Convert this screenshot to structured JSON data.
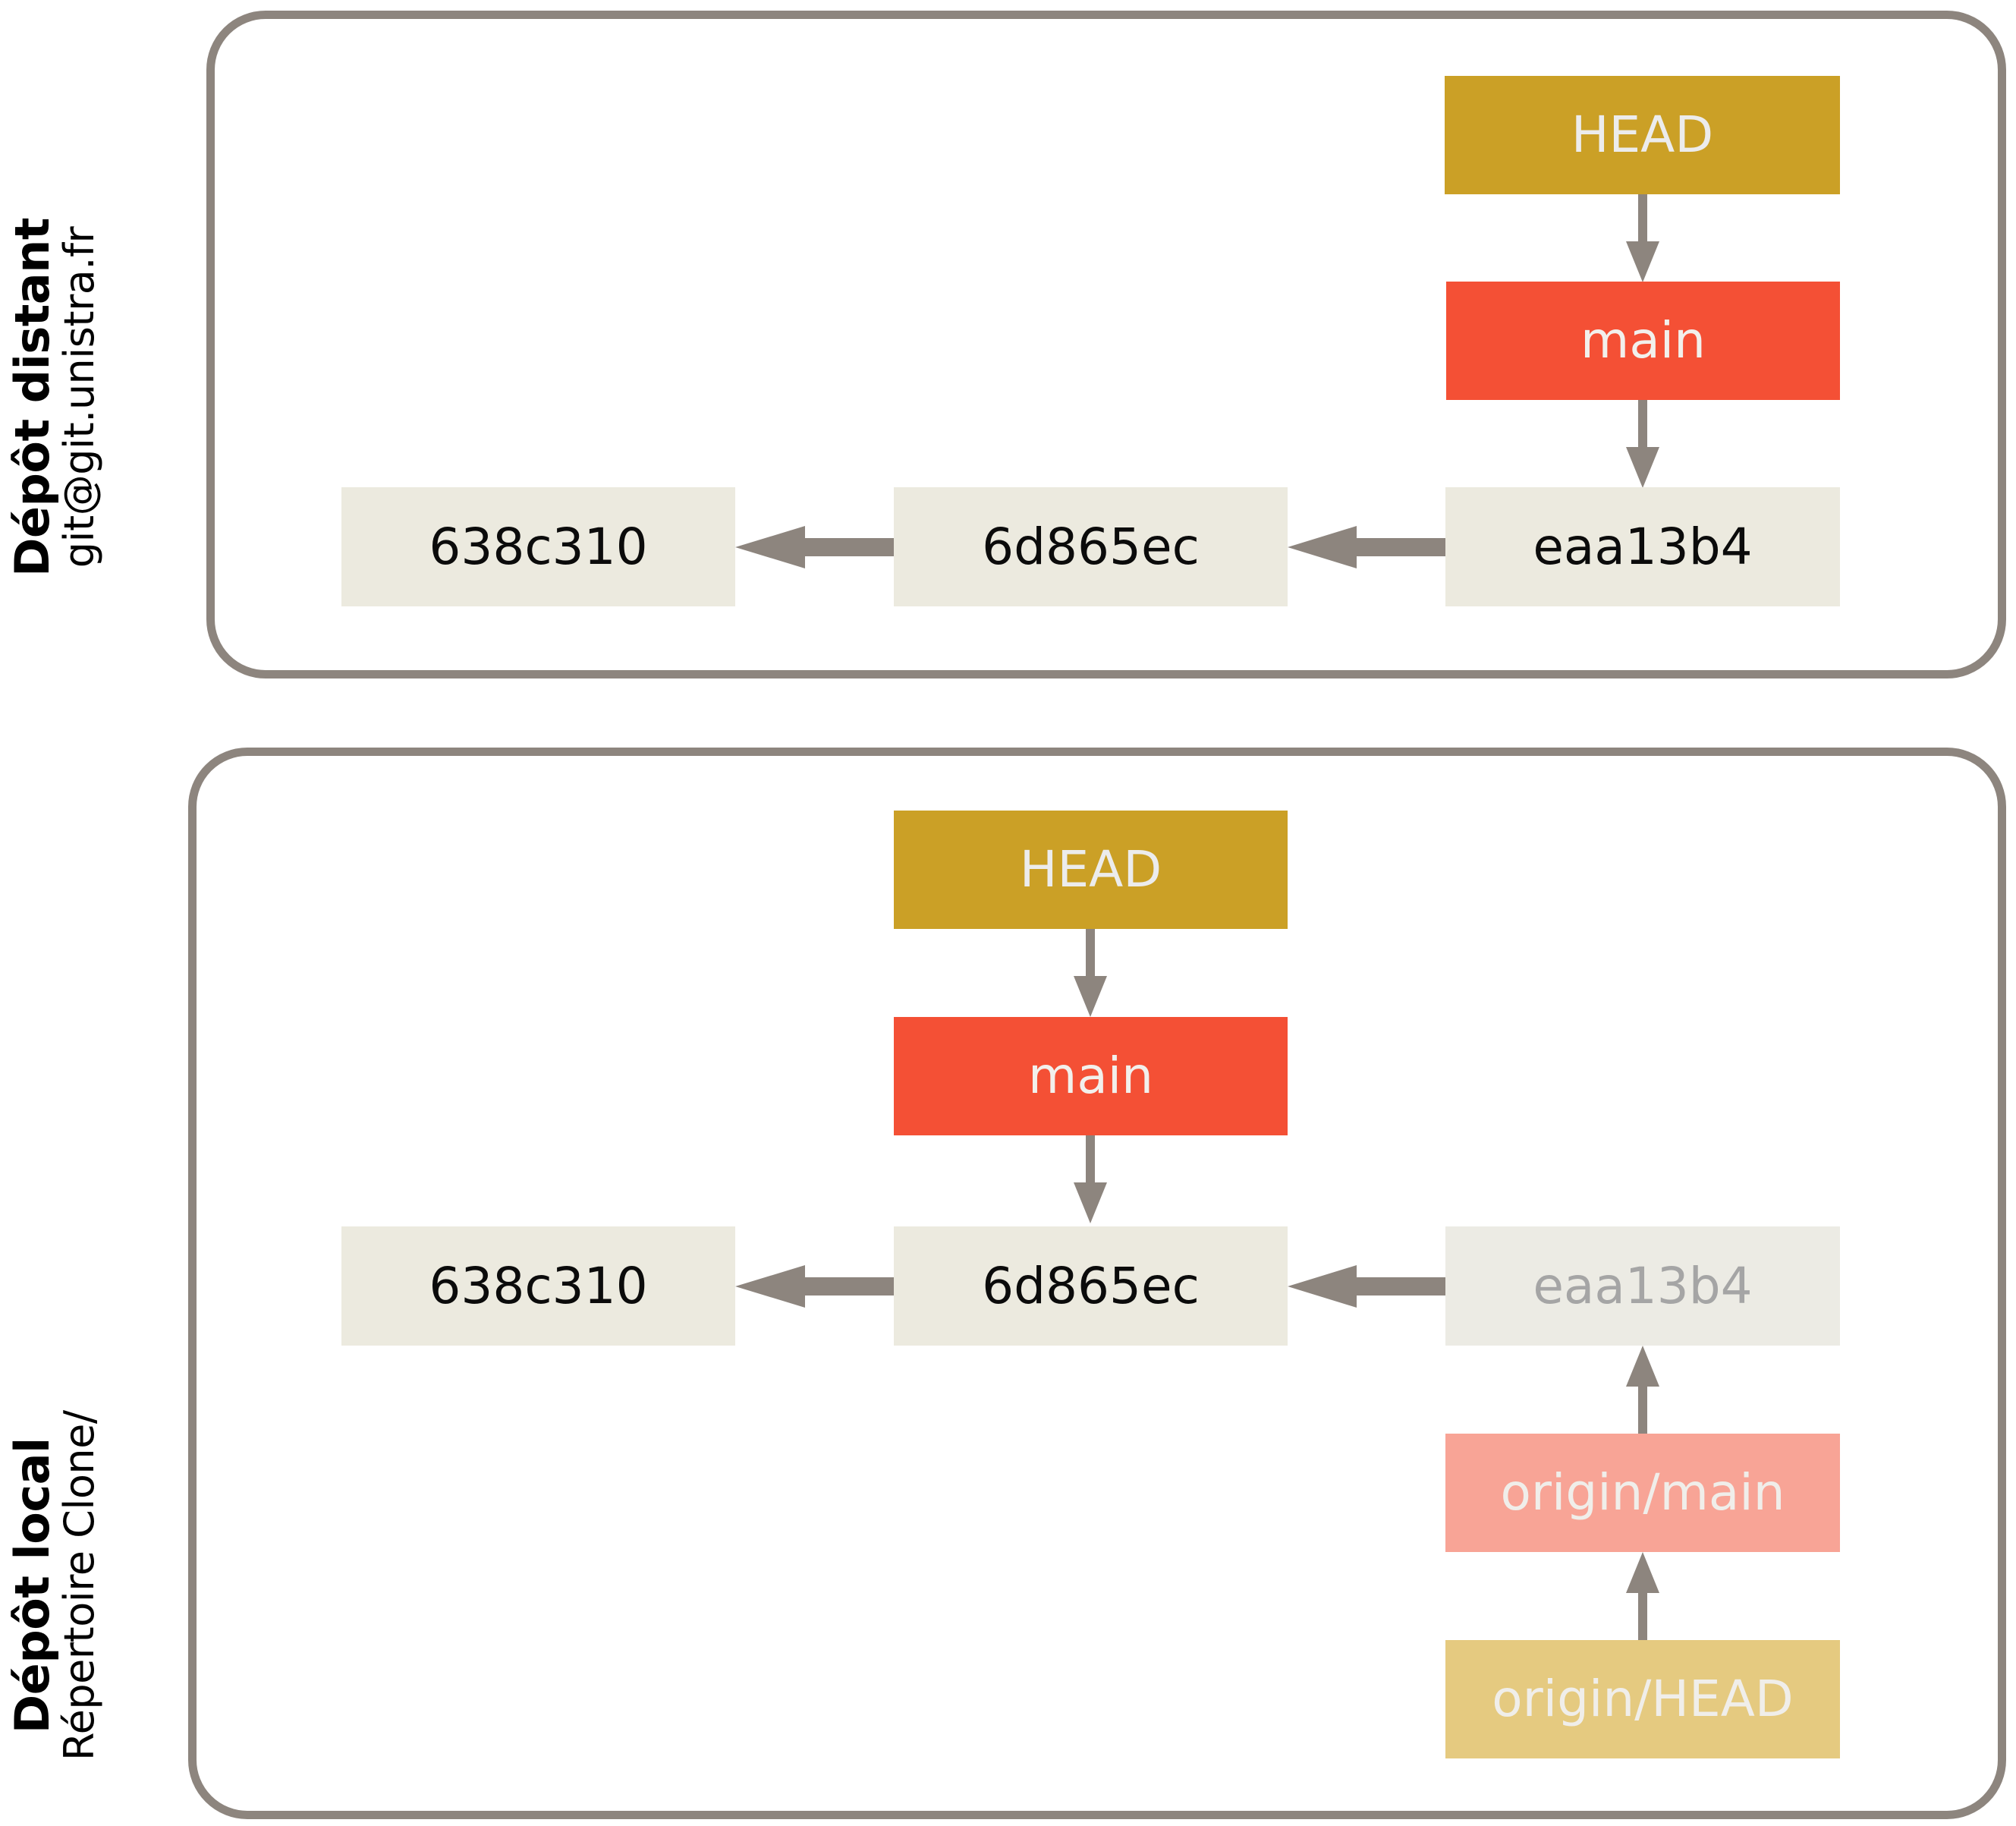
{
  "diagram": {
    "title_implicit": "Git remote and local repository state",
    "colors": {
      "panel_border": "#8d857e",
      "arrow": "#8d857e",
      "commit_box": "#eceadf",
      "commit_text": "#0b0b0b",
      "commit_faded_text": "#a5a5a5",
      "head": "#cba026",
      "branch": "#f45035",
      "remote_branch": "#f8a496",
      "remote_head": "#e5ca80",
      "label_text_on_color": "#f0eeea"
    }
  },
  "panels": [
    {
      "id": "remote",
      "label_bold": "Dépôt distant",
      "label_sub": "git@git.unistra.fr",
      "nodes": [
        {
          "id": "remote-head",
          "kind": "head",
          "label": "HEAD"
        },
        {
          "id": "remote-main",
          "kind": "branch",
          "label": "main"
        },
        {
          "id": "remote-c1",
          "kind": "commit",
          "label": "638c310"
        },
        {
          "id": "remote-c2",
          "kind": "commit",
          "label": "6d865ec"
        },
        {
          "id": "remote-c3",
          "kind": "commit",
          "label": "eaa13b4"
        }
      ],
      "edges": [
        {
          "from": "remote-head",
          "to": "remote-main",
          "direction": "down"
        },
        {
          "from": "remote-main",
          "to": "remote-c3",
          "direction": "down"
        },
        {
          "from": "remote-c3",
          "to": "remote-c2",
          "direction": "left"
        },
        {
          "from": "remote-c2",
          "to": "remote-c1",
          "direction": "left"
        }
      ]
    },
    {
      "id": "local",
      "label_bold": "Dépôt local",
      "label_sub": "Répertoire Clone/",
      "nodes": [
        {
          "id": "local-head",
          "kind": "head",
          "label": "HEAD"
        },
        {
          "id": "local-main",
          "kind": "branch",
          "label": "main"
        },
        {
          "id": "local-c1",
          "kind": "commit",
          "label": "638c310"
        },
        {
          "id": "local-c2",
          "kind": "commit",
          "label": "6d865ec"
        },
        {
          "id": "local-c3",
          "kind": "commit-faded",
          "label": "eaa13b4"
        },
        {
          "id": "local-origin-main",
          "kind": "remote-branch",
          "label": "origin/main"
        },
        {
          "id": "local-origin-head",
          "kind": "remote-head",
          "label": "origin/HEAD"
        }
      ],
      "edges": [
        {
          "from": "local-head",
          "to": "local-main",
          "direction": "down"
        },
        {
          "from": "local-main",
          "to": "local-c2",
          "direction": "down"
        },
        {
          "from": "local-c3",
          "to": "local-c2",
          "direction": "left"
        },
        {
          "from": "local-c2",
          "to": "local-c1",
          "direction": "left"
        },
        {
          "from": "local-origin-main",
          "to": "local-c3",
          "direction": "up"
        },
        {
          "from": "local-origin-head",
          "to": "local-origin-main",
          "direction": "up"
        }
      ]
    }
  ]
}
